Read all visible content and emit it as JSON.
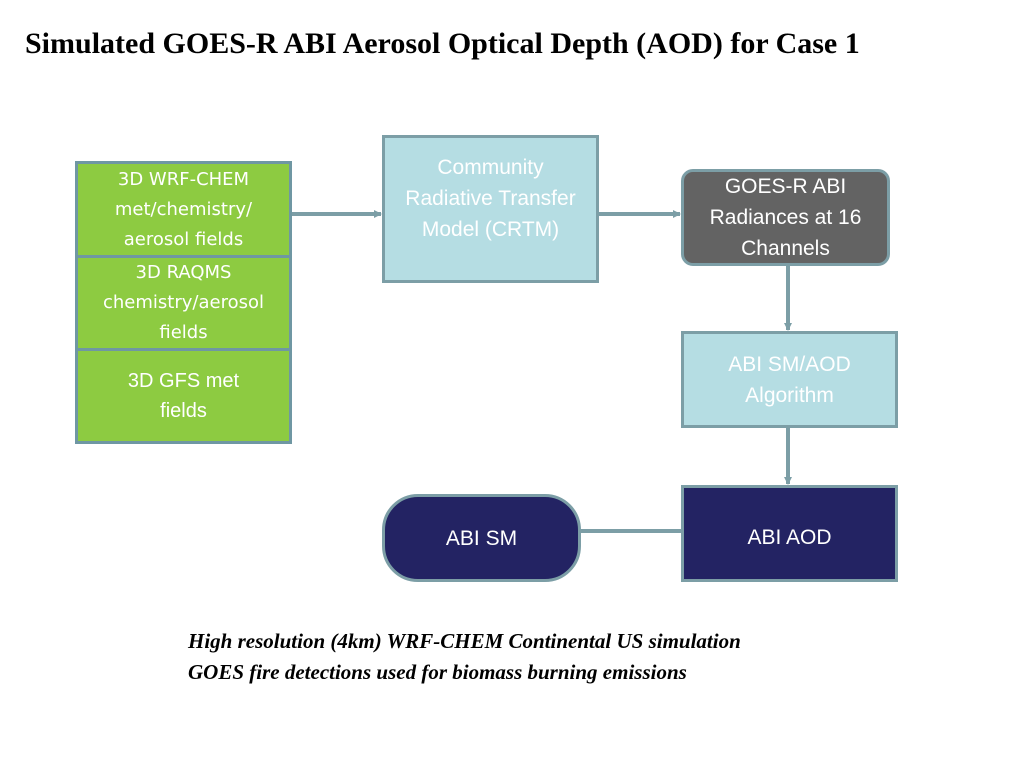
{
  "title": "Simulated GOES-R ABI Aerosol Optical Depth (AOD) for Case 1",
  "nodes": {
    "wrf_chem": "3D WRF-CHEM met/chemistry/ aerosol fields",
    "raqms": "3D  RAQMS chemistry/aerosol fields",
    "gfs": "3D  GFS met fields",
    "crtm": "Community Radiative Transfer Model (CRTM)",
    "radiances": "GOES-R ABI Radiances at 16 Channels",
    "algorithm": "ABI SM/AOD Algorithm",
    "abi_aod": "ABI AOD",
    "abi_sm": "ABI SM"
  },
  "caption": {
    "line1": "High resolution (4km) WRF-CHEM Continental US simulation",
    "line2": "GOES fire detections used for biomass burning emissions"
  },
  "colors": {
    "input_fill": "#8dcb41",
    "process_fill": "#b5dde3",
    "radiance_fill": "#636363",
    "output_fill": "#232363",
    "connector": "#7c9ea6"
  }
}
